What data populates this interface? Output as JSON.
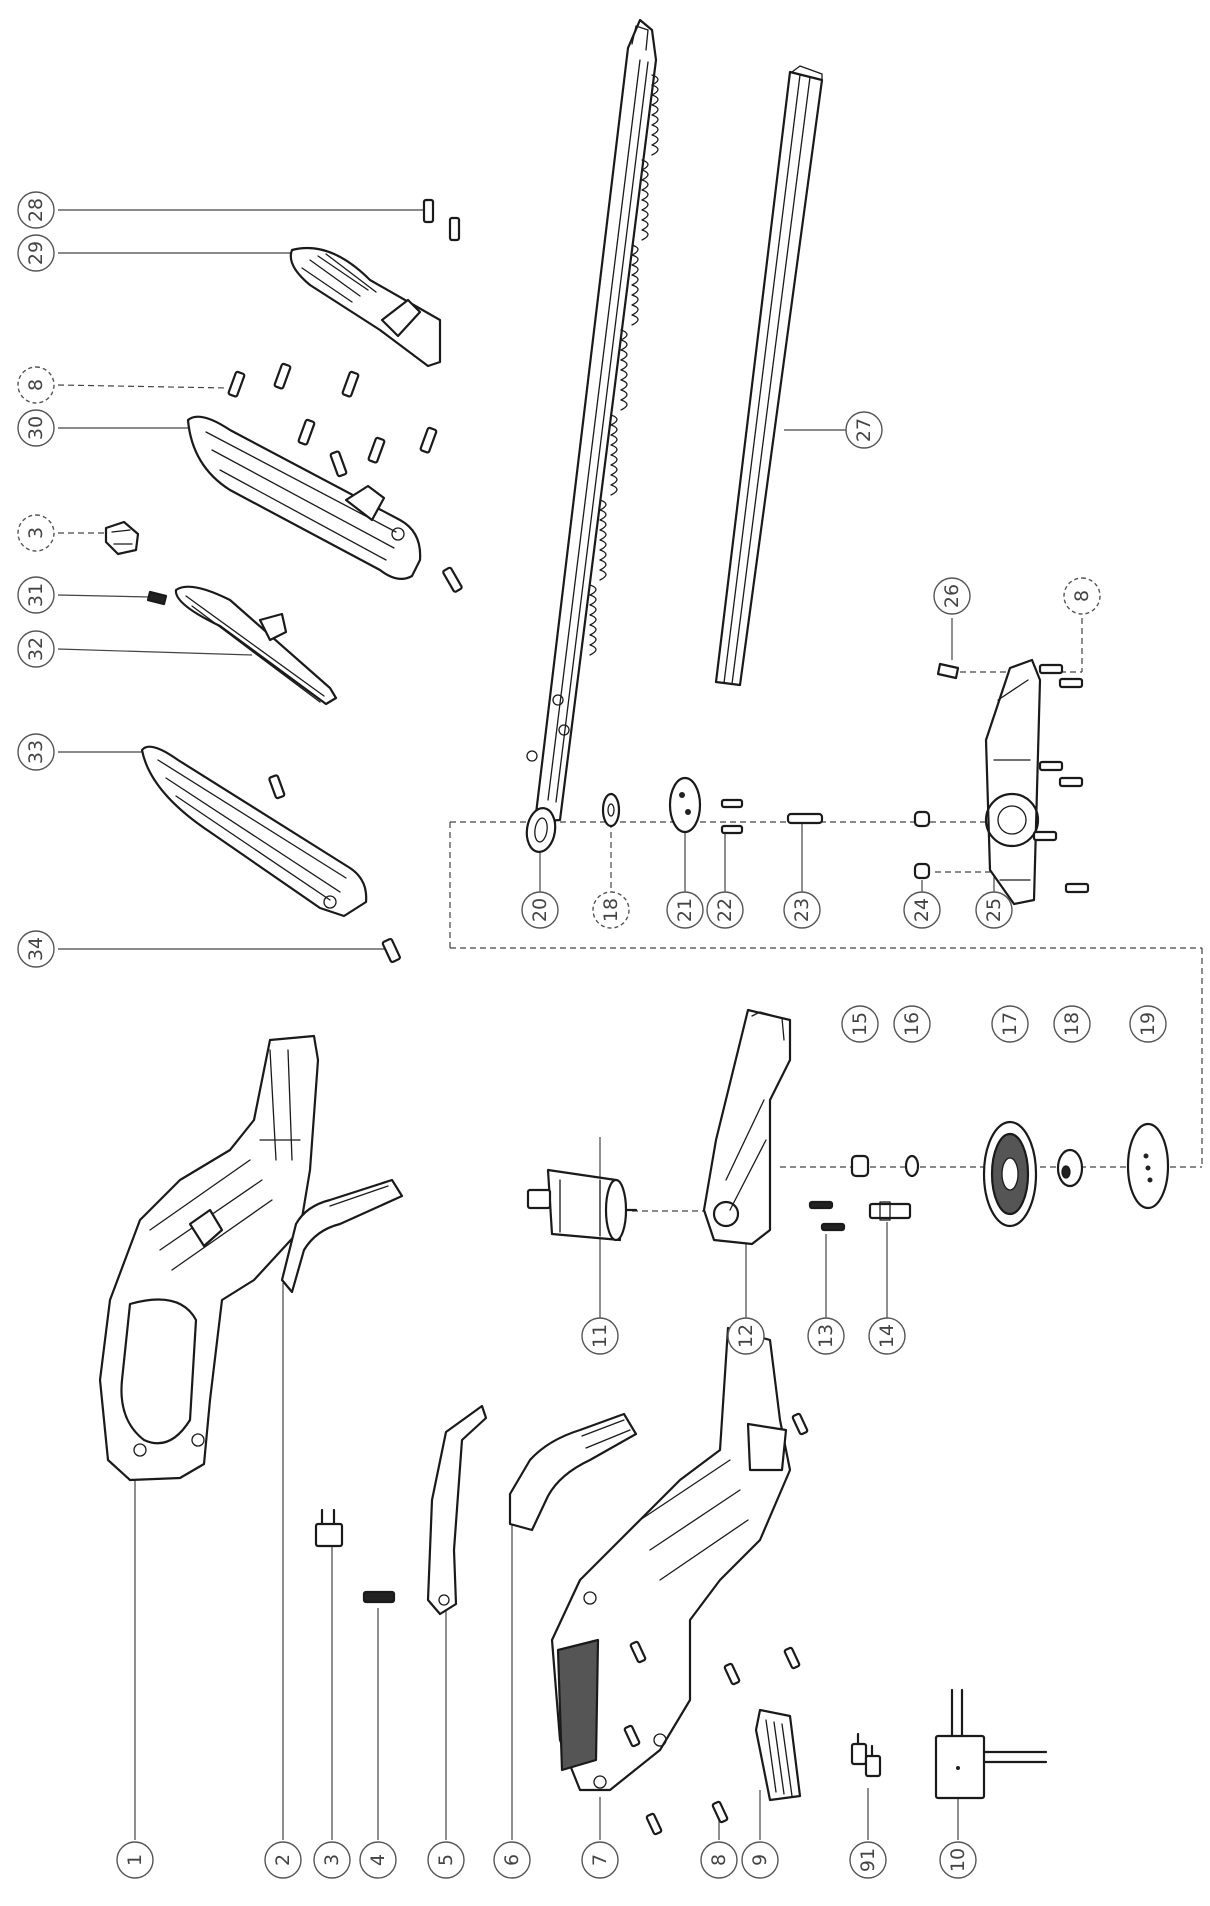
{
  "diagram": {
    "callouts": [
      {
        "id": "c28",
        "label": "28",
        "dashed": false
      },
      {
        "id": "c29",
        "label": "29",
        "dashed": false
      },
      {
        "id": "c8a",
        "label": "8",
        "dashed": true
      },
      {
        "id": "c30",
        "label": "30",
        "dashed": false
      },
      {
        "id": "c3a",
        "label": "3",
        "dashed": true
      },
      {
        "id": "c31",
        "label": "31",
        "dashed": false
      },
      {
        "id": "c32",
        "label": "32",
        "dashed": false
      },
      {
        "id": "c33",
        "label": "33",
        "dashed": false
      },
      {
        "id": "c34",
        "label": "34",
        "dashed": false
      },
      {
        "id": "c27",
        "label": "27",
        "dashed": false
      },
      {
        "id": "c26",
        "label": "26",
        "dashed": false
      },
      {
        "id": "c8b",
        "label": "8",
        "dashed": true
      },
      {
        "id": "c20",
        "label": "20",
        "dashed": false
      },
      {
        "id": "c18a",
        "label": "18",
        "dashed": true
      },
      {
        "id": "c21",
        "label": "21",
        "dashed": false
      },
      {
        "id": "c22",
        "label": "22",
        "dashed": false
      },
      {
        "id": "c23",
        "label": "23",
        "dashed": false
      },
      {
        "id": "c24",
        "label": "24",
        "dashed": false
      },
      {
        "id": "c25",
        "label": "25",
        "dashed": false
      },
      {
        "id": "c15",
        "label": "15",
        "dashed": false
      },
      {
        "id": "c16",
        "label": "16",
        "dashed": false
      },
      {
        "id": "c17",
        "label": "17",
        "dashed": false
      },
      {
        "id": "c18b",
        "label": "18",
        "dashed": false
      },
      {
        "id": "c19",
        "label": "19",
        "dashed": false
      },
      {
        "id": "c11",
        "label": "11",
        "dashed": false
      },
      {
        "id": "c12",
        "label": "12",
        "dashed": false
      },
      {
        "id": "c13",
        "label": "13",
        "dashed": false
      },
      {
        "id": "c14",
        "label": "14",
        "dashed": false
      },
      {
        "id": "c1",
        "label": "1",
        "dashed": false
      },
      {
        "id": "c2",
        "label": "2",
        "dashed": false
      },
      {
        "id": "c3b",
        "label": "3",
        "dashed": false
      },
      {
        "id": "c4",
        "label": "4",
        "dashed": false
      },
      {
        "id": "c5",
        "label": "5",
        "dashed": false
      },
      {
        "id": "c6",
        "label": "6",
        "dashed": false
      },
      {
        "id": "c7",
        "label": "7",
        "dashed": false
      },
      {
        "id": "c8c",
        "label": "8",
        "dashed": false
      },
      {
        "id": "c9",
        "label": "9",
        "dashed": false
      },
      {
        "id": "c91",
        "label": "91",
        "dashed": false
      },
      {
        "id": "c10",
        "label": "10",
        "dashed": false
      }
    ]
  }
}
